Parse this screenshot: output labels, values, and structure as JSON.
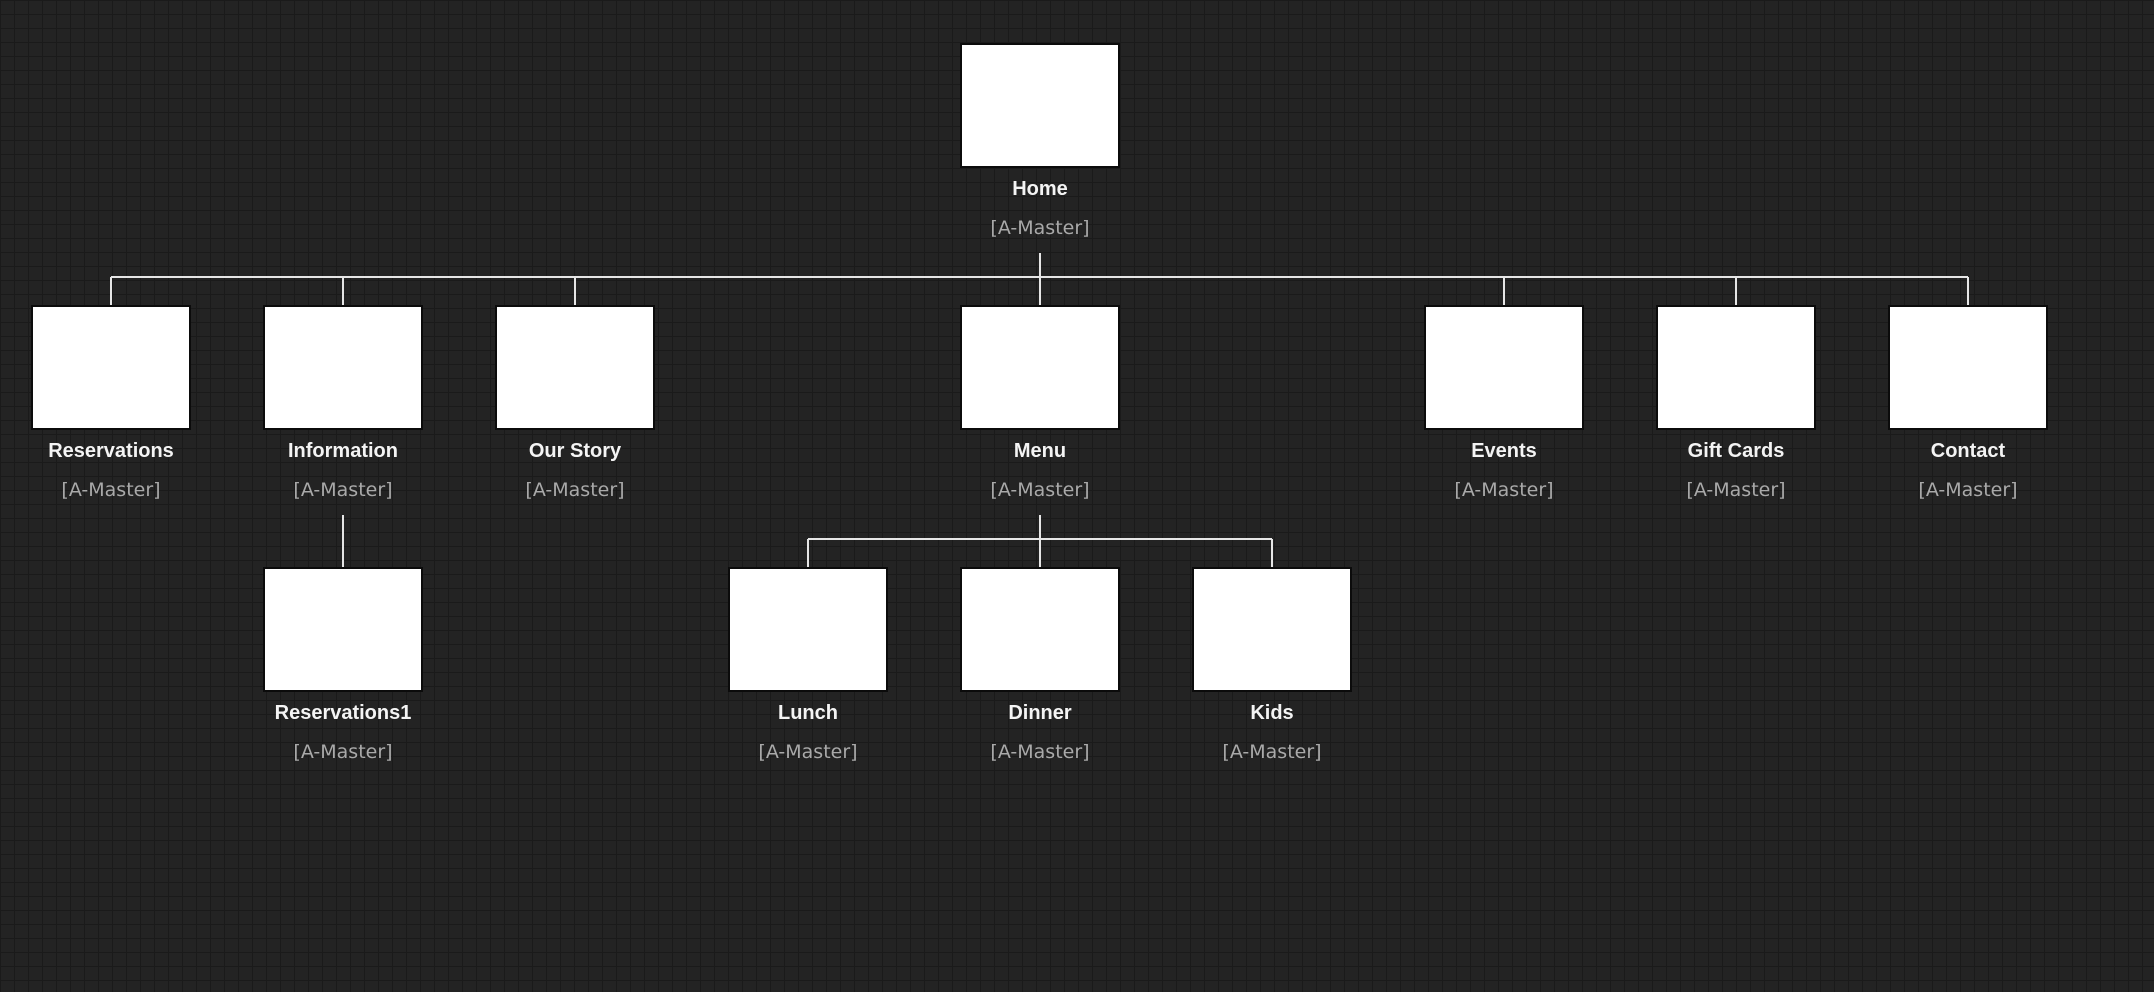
{
  "colors": {
    "background": "#232323",
    "grid": "#1a1a1a",
    "connector": "#e6e6e6",
    "page_fill": "#ffffff",
    "page_name": "#f4f4f4",
    "master_label": "#a9a9a9"
  },
  "pages": {
    "home": {
      "name": "Home",
      "master": "[A-Master]"
    },
    "reservations": {
      "name": "Reservations",
      "master": "[A-Master]"
    },
    "information": {
      "name": "Information",
      "master": "[A-Master]"
    },
    "our_story": {
      "name": "Our Story",
      "master": "[A-Master]"
    },
    "menu": {
      "name": "Menu",
      "master": "[A-Master]"
    },
    "events": {
      "name": "Events",
      "master": "[A-Master]"
    },
    "gift_cards": {
      "name": "Gift Cards",
      "master": "[A-Master]"
    },
    "contact": {
      "name": "Contact",
      "master": "[A-Master]"
    },
    "reservations1": {
      "name": "Reservations1",
      "master": "[A-Master]"
    },
    "lunch": {
      "name": "Lunch",
      "master": "[A-Master]"
    },
    "dinner": {
      "name": "Dinner",
      "master": "[A-Master]"
    },
    "kids": {
      "name": "Kids",
      "master": "[A-Master]"
    }
  },
  "hierarchy": {
    "home": [
      "reservations",
      "information",
      "our_story",
      "menu",
      "events",
      "gift_cards",
      "contact"
    ],
    "information": [
      "reservations1"
    ],
    "menu": [
      "lunch",
      "dinner",
      "kids"
    ]
  }
}
